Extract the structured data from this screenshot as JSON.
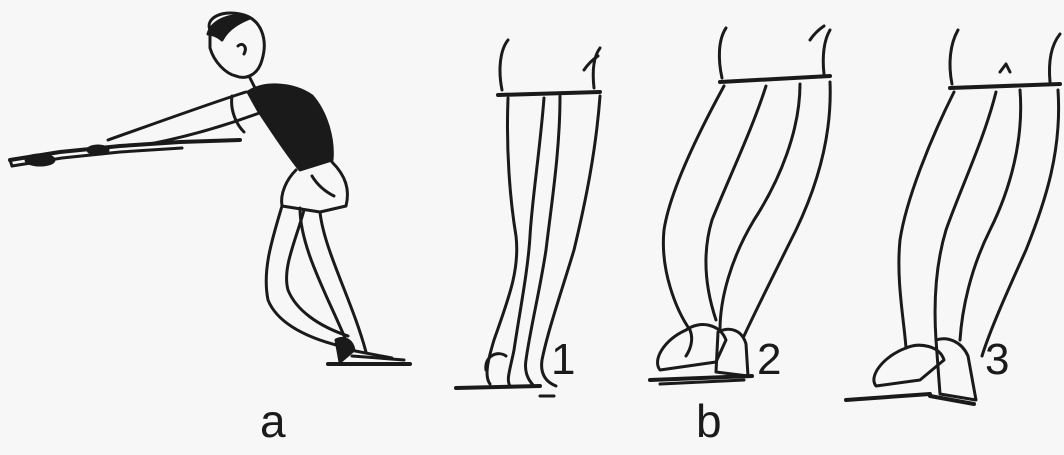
{
  "panels": {
    "a": {
      "label": "a"
    },
    "b": {
      "label": "b",
      "steps": [
        "1",
        "2",
        "3"
      ]
    }
  },
  "colors": {
    "ink": "#1a1a1a",
    "paper": "#f7f7f7"
  },
  "icons": {
    "figure_a": "athlete-leaning-on-bar-calf-stretch",
    "figure_b1": "legs-on-tiptoe-illustration",
    "figure_b2": "legs-rolling-to-ball-of-foot-illustration",
    "figure_b3": "legs-heel-lowered-illustration"
  }
}
